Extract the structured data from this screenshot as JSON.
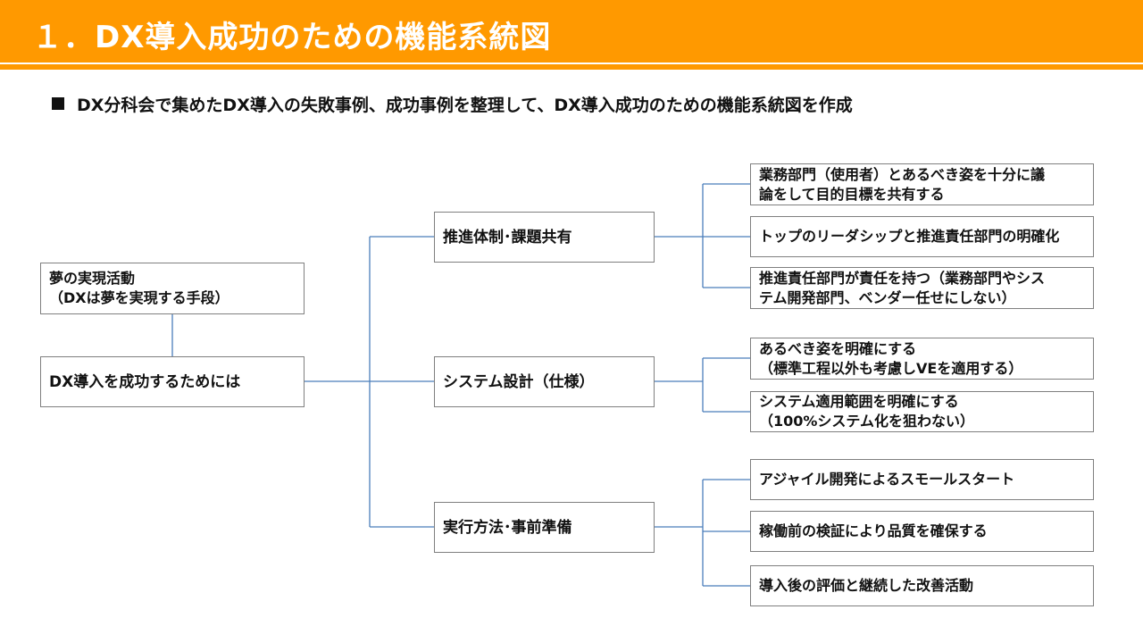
{
  "header": {
    "title": "１．DX導入成功のための機能系統図",
    "bullet_text": "DX分科会で集めたDX導入の失敗事例、成功事例を整理して、DX導入成功のための機能系統図を作成"
  },
  "colors": {
    "accent": "#FF9900",
    "connector": "#4A7EBB",
    "box_border": "#7F7F7F"
  },
  "diagram": {
    "purpose": {
      "line1": "夢の実現活動",
      "line2": "（DXは夢を実現する手段）"
    },
    "root": {
      "label": "DX導入を成功するためには"
    },
    "functions": [
      {
        "label": "推進体制･課題共有",
        "items": [
          {
            "line1": "業務部門（使用者）とあるべき姿を十分に議",
            "line2": "論をして目的目標を共有する"
          },
          {
            "line1": "トップのリーダシップと推進責任部門の明確化",
            "line2": ""
          },
          {
            "line1": "推進責任部門が責任を持つ（業務部門やシス",
            "line2": "テム開発部門、ベンダー任せにしない）"
          }
        ]
      },
      {
        "label": "システム設計（仕様）",
        "items": [
          {
            "line1": "あるべき姿を明確にする",
            "line2": "（標準工程以外も考慮しVEを適用する）"
          },
          {
            "line1": "システム適用範囲を明確にする",
            "line2": "（100%システム化を狙わない）"
          }
        ]
      },
      {
        "label": "実行方法･事前準備",
        "items": [
          {
            "line1": "アジャイル開発によるスモールスタート",
            "line2": ""
          },
          {
            "line1": "稼働前の検証により品質を確保する",
            "line2": ""
          },
          {
            "line1": "導入後の評価と継続した改善活動",
            "line2": ""
          }
        ]
      }
    ]
  }
}
